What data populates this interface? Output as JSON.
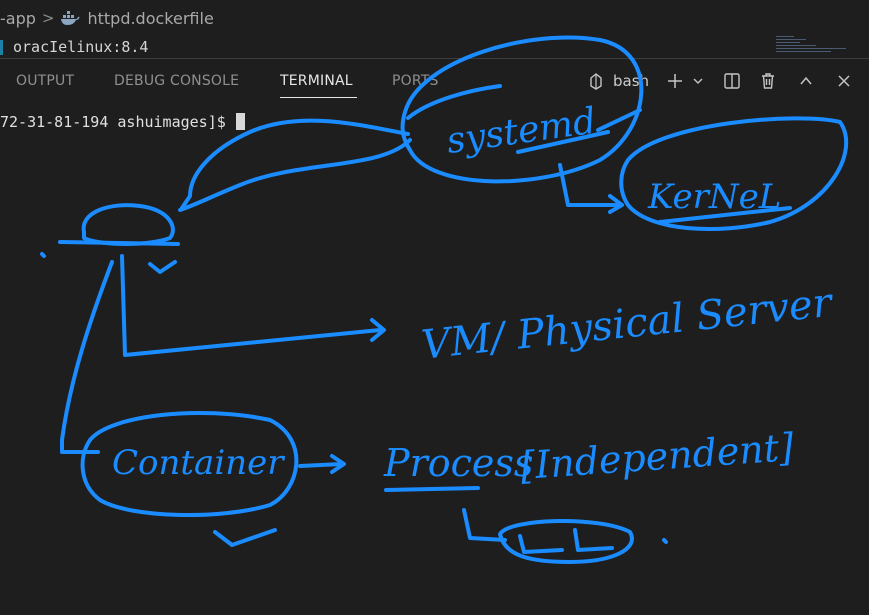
{
  "editor": {
    "breadcrumb": {
      "folder": "-app",
      "separator": ">",
      "file": "httpd.dockerfile",
      "file_icon": "docker-icon"
    },
    "code_line": "oracIelinux:8.4"
  },
  "panel": {
    "tabs": [
      {
        "label": "OUTPUT",
        "active": false
      },
      {
        "label": "DEBUG CONSOLE",
        "active": false
      },
      {
        "label": "TERMINAL",
        "active": true
      },
      {
        "label": "PORTS",
        "active": false
      }
    ],
    "actions": {
      "shell_label": "bash",
      "icons": [
        "terminal-icon",
        "plus-icon",
        "chevron-down-icon",
        "split-icon",
        "trash-icon",
        "chevron-up-icon",
        "close-icon"
      ]
    }
  },
  "terminal": {
    "prompt": "72-31-81-194 ashuimages]$ "
  },
  "annotations": {
    "color": "#1a8cff",
    "systemd": "systemd",
    "kernel": "KerNeL",
    "vm": "VM/ Physical Server",
    "container": "Container",
    "process": "Process",
    "independent": "[Independent]"
  }
}
